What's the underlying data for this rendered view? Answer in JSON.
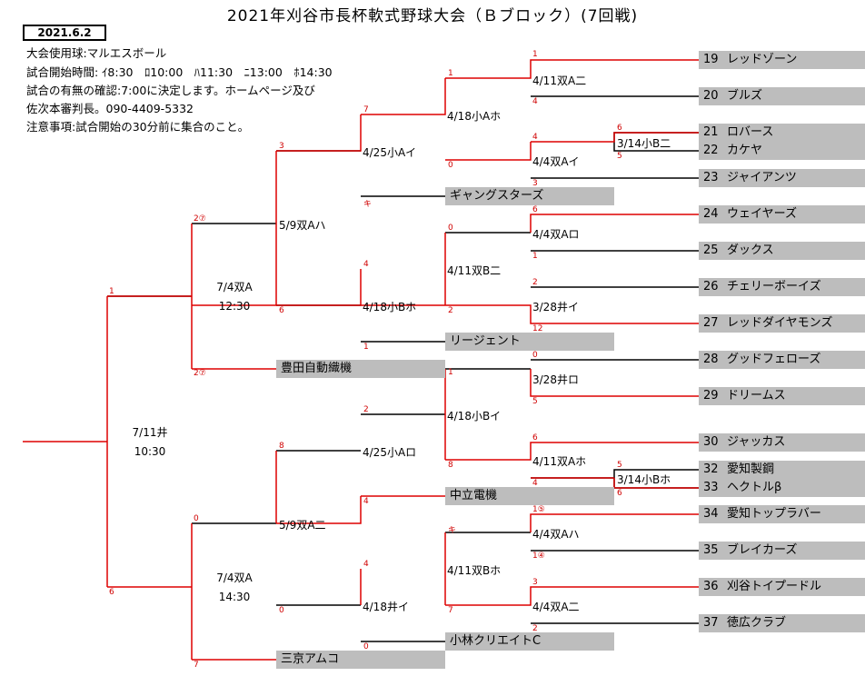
{
  "title": "2021年刈谷市長杯軟式野球大会（Ｂブロック）(7回戦)",
  "date": "2021.6.2",
  "info_lines": [
    "大会使用球:マルエスボール",
    "試合開始時間: ｲ8:30　ﾛ10:00　ﾊ11:30　ﾆ13:00　ﾎ14:30",
    "試合の有無の確認:7:00に決定します。ホームページ及び",
    "佐次本審判長。090-4409-5332",
    "注意事項:試合開始の30分前に集合のこと。"
  ],
  "teams": [
    {
      "num": "19",
      "name": "レッドゾーン"
    },
    {
      "num": "20",
      "name": "ブルズ"
    },
    {
      "num": "21",
      "name": "ロバース"
    },
    {
      "num": "22",
      "name": "カケヤ"
    },
    {
      "num": "23",
      "name": "ジャイアンツ"
    },
    {
      "num": "24",
      "name": "ウェイヤーズ"
    },
    {
      "num": "25",
      "name": "ダックス"
    },
    {
      "num": "26",
      "name": "チェリーボーイズ"
    },
    {
      "num": "27",
      "name": "レッドダイヤモンズ"
    },
    {
      "num": "28",
      "name": "グッドフェローズ"
    },
    {
      "num": "29",
      "name": "ドリームス"
    },
    {
      "num": "30",
      "name": "ジャッカス"
    },
    {
      "num": "32",
      "name": "愛知製鋼"
    },
    {
      "num": "33",
      "name": "ヘクトルβ"
    },
    {
      "num": "34",
      "name": "愛知トップラバー"
    },
    {
      "num": "35",
      "name": "ブレイカーズ"
    },
    {
      "num": "36",
      "name": "刈谷トイプードル"
    },
    {
      "num": "37",
      "name": "徳広クラブ"
    }
  ],
  "seeded_teams": [
    "ギャングスターズ",
    "リージェント",
    "豊田自動織機",
    "中立電機",
    "小林クリエイトC",
    "三京アムコ"
  ],
  "matches": {
    "r1a": "3/14小B二",
    "r1b": "3/14小Bホ",
    "r2a": "4/11双A二",
    "r2b": "4/4双Aイ",
    "r2c": "4/4双Aロ",
    "r2d": "3/28井イ",
    "r2e": "3/28井ロ",
    "r2f": "4/11双Aホ",
    "r2g": "4/4双Aハ",
    "r2h": "4/4双A二",
    "r3a": "4/18小Aホ",
    "r3b": "4/11双B二",
    "r3c": "4/18小Bイ",
    "r3d": "4/11双Bホ",
    "r4a": "4/25小Aイ",
    "r4b": "4/18小Bホ",
    "r4c": "4/25小Aロ",
    "r4d": "4/18井イ",
    "r5a": "5/9双Aハ",
    "r5b": "5/9双A二",
    "sf1_date": "7/4双A",
    "sf1_time": "12:30",
    "sf2_date": "7/4双A",
    "sf2_time": "14:30",
    "final_date": "7/11井",
    "final_time": "10:30"
  },
  "scores": {
    "r1a_top": "6",
    "r1a_bot": "5",
    "r1b_top": "5",
    "r1b_bot": "6",
    "r2a_top": "1",
    "r2a_bot": "4",
    "r2b_top": "4",
    "r2b_bot": "3",
    "r2c_top": "6",
    "r2c_bot": "1",
    "r2d_top": "2",
    "r2d_bot": "12",
    "r2e_top": "0",
    "r2e_bot": "5",
    "r2f_top": "6",
    "r2f_bot": "4",
    "r2g_top": "1⑤",
    "r2g_bot": "1④",
    "r2h_top": "3",
    "r2h_bot": "2",
    "r3a_top": "1",
    "r3a_bot": "0",
    "r3b_top": "0",
    "r3b_bot": "2",
    "r3c_top": "1",
    "r3c_bot": "8",
    "r3d_top": "キ",
    "r3d_bot": "7",
    "r4a_top": "7",
    "r4a_bot": "キ",
    "r4b_top": "4",
    "r4b_bot": "1",
    "r4c_top": "2",
    "r4c_bot": "4",
    "r4d_top": "4",
    "r4d_bot": "0",
    "r5a_top": "3",
    "r5a_bot": "6",
    "r5b_top": "8",
    "r5b_bot": "0",
    "sf1_top": "2⑦",
    "sf1_bot": "2⑦",
    "sf2_top": "0",
    "sf2_bot": "7",
    "final_top": "1",
    "final_bot": "6"
  },
  "colors": {
    "win_line": "#dd0000",
    "line": "#000000",
    "box": "#bdbdbd"
  }
}
